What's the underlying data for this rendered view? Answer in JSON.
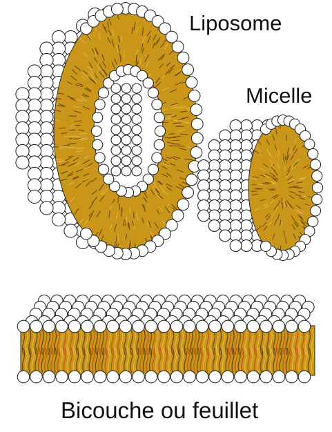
{
  "labels": {
    "liposome": "Liposome",
    "micelle": "Micelle",
    "bilayer": "Bicouche ou feuillet"
  },
  "colors": {
    "head_fill": "#ffffff",
    "head_stroke": "#2a2a2a",
    "tail_gold": "#c9961a",
    "tail_gold_light": "#e2b640",
    "tail_dark": "#6b4a0a",
    "tail_orange": "#c05a12"
  },
  "structures": [
    {
      "name": "liposome",
      "shape": "hollow sphere of lipid bilayer, cut open"
    },
    {
      "name": "micelle",
      "shape": "solid sphere of lipid monolayer, cut open"
    },
    {
      "name": "bilayer",
      "shape": "flat lipid bilayer sheet"
    }
  ]
}
